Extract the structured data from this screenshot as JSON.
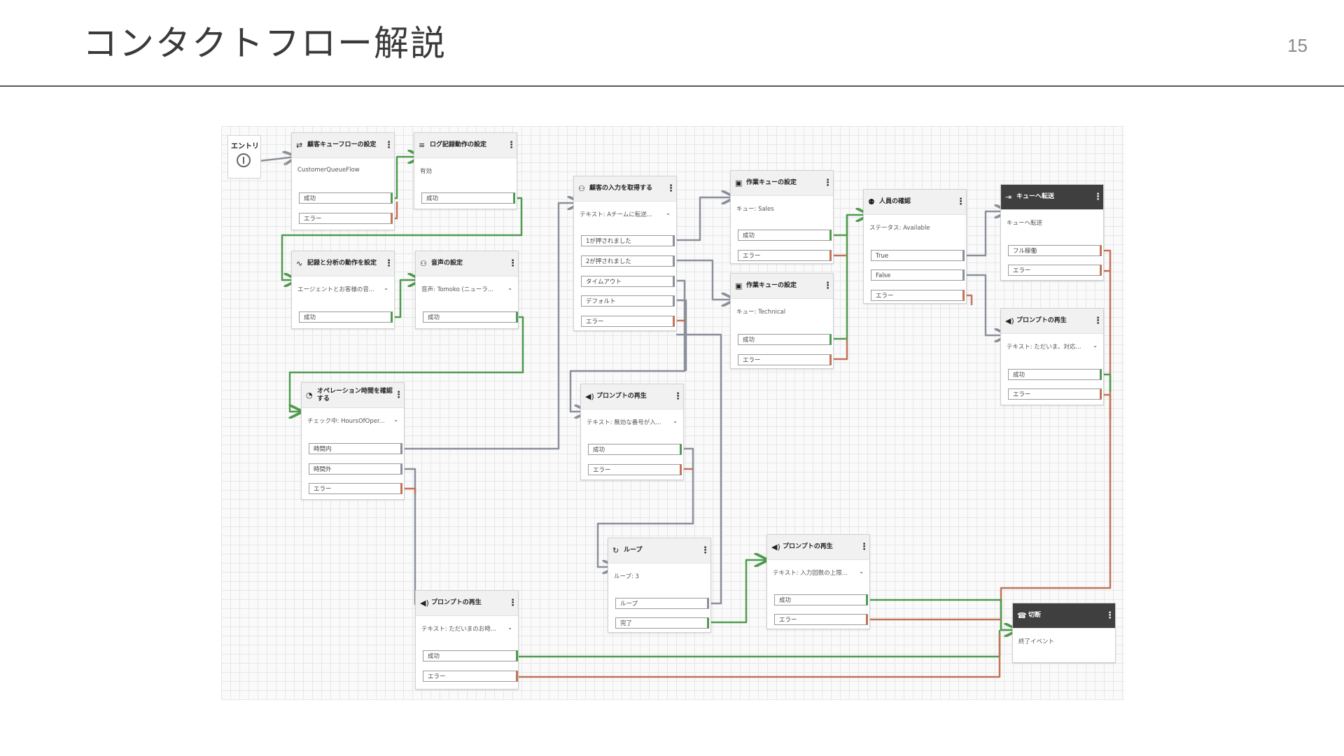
{
  "slide": {
    "title": "コンタクトフロー解説",
    "page_number": "15"
  },
  "colors": {
    "success": "#4f9a4f",
    "error": "#c27358",
    "neutral": "#8a8f9a"
  },
  "entry": {
    "label": "エントリ"
  },
  "blocks": [
    {
      "id": "b1",
      "title": "顧客キューフローの設定",
      "icon": "user-queue-icon",
      "sub": "CustomerQueueFlow",
      "branches": [
        "成功",
        "エラー"
      ]
    },
    {
      "id": "b2",
      "title": "ログ記録動作の設定",
      "icon": "log-icon",
      "sub": "有効",
      "branches": [
        "成功"
      ]
    },
    {
      "id": "b3",
      "title": "記録と分析の動作を設定",
      "icon": "waveform-icon",
      "sub": "エージェントとお客様の音...",
      "branches": [
        "成功"
      ]
    },
    {
      "id": "b4",
      "title": "音声の設定",
      "icon": "voice-icon",
      "sub": "音声: Tomoko (ニューラ...",
      "branches": [
        "成功"
      ]
    },
    {
      "id": "b5",
      "title": "オペレーション時間を確認する",
      "icon": "clock-icon",
      "sub": "チェック中: HoursOfOper...",
      "branches": [
        "時間内",
        "時間外",
        "エラー"
      ]
    },
    {
      "id": "b6",
      "title": "顧客の入力を取得する",
      "icon": "input-icon",
      "sub": "テキスト: Aチームに転送...",
      "branches": [
        "1が押されました",
        "2が押されました",
        "タイムアウト",
        "デフォルト",
        "エラー"
      ]
    },
    {
      "id": "b7",
      "title": "作業キューの設定",
      "icon": "queue-icon",
      "sub": "キュー: Sales",
      "branches": [
        "成功",
        "エラー"
      ]
    },
    {
      "id": "b8",
      "title": "作業キューの設定",
      "icon": "queue-icon",
      "sub": "キュー: Technical",
      "branches": [
        "成功",
        "エラー"
      ]
    },
    {
      "id": "b9",
      "title": "人員の確認",
      "icon": "staff-icon",
      "sub": "ステータス: Available",
      "branches": [
        "True",
        "False",
        "エラー"
      ]
    },
    {
      "id": "b10",
      "title": "キューへ転送",
      "icon": "transfer-icon",
      "sub": "キューへ転送",
      "branches": [
        "フル稼働",
        "エラー"
      ]
    },
    {
      "id": "b11",
      "title": "プロンプトの再生",
      "icon": "speaker-icon",
      "sub": "テキスト: ただいま、対応...",
      "branches": [
        "成功",
        "エラー"
      ]
    },
    {
      "id": "b12",
      "title": "プロンプトの再生",
      "icon": "speaker-icon",
      "sub": "テキスト: 無効な番号が入...",
      "branches": [
        "成功",
        "エラー"
      ]
    },
    {
      "id": "b13",
      "title": "ループ",
      "icon": "loop-icon",
      "sub": "ループ: 3",
      "branches": [
        "ループ",
        "完了"
      ]
    },
    {
      "id": "b14",
      "title": "プロンプトの再生",
      "icon": "speaker-icon",
      "sub": "テキスト: 入力回数の上限...",
      "branches": [
        "成功",
        "エラー"
      ]
    },
    {
      "id": "b15",
      "title": "プロンプトの再生",
      "icon": "speaker-icon",
      "sub": "テキスト: ただいまのお時...",
      "branches": [
        "成功",
        "エラー"
      ]
    },
    {
      "id": "b16",
      "title": "切断",
      "icon": "hangup-icon",
      "sub": "終了イベント",
      "branches": []
    }
  ]
}
